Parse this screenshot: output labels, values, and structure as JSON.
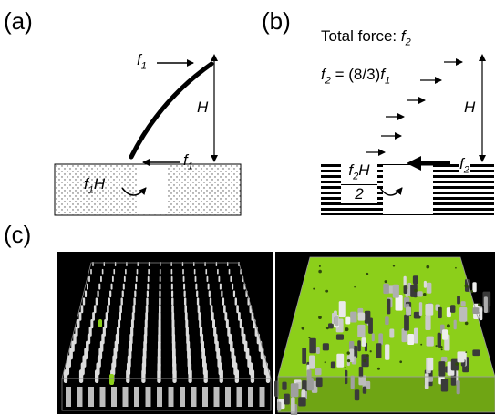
{
  "panels": {
    "a": {
      "label": "(a)",
      "f1_top": "f",
      "f1_top_sub": "1",
      "H": "H",
      "f1_mid": "f",
      "f1_mid_sub": "1",
      "torque": "f",
      "torque_sub": "1",
      "torque_H": "H"
    },
    "b": {
      "label": "(b)",
      "total_prefix": "Total force: ",
      "total_f": "f",
      "total_sub": "2",
      "eq_lhs": "f",
      "eq_lhs_sub": "2",
      "eq_mid": " = (8/3)",
      "eq_rhs": "f",
      "eq_rhs_sub": "1",
      "H": "H",
      "f2_right": "f",
      "f2_right_sub": "2",
      "frac_num": "f",
      "frac_num_sub": "2",
      "frac_num_H": "H",
      "frac_den": "2"
    },
    "c": {
      "label": "(c)"
    }
  },
  "colors": {
    "green": "#8ccf1a",
    "black": "#000000",
    "pillar": "#dcdcdc"
  }
}
